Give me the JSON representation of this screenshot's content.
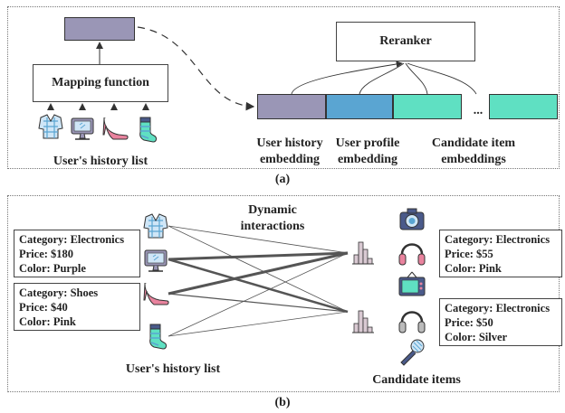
{
  "panel_a": {
    "caption": "(a)",
    "mapping_function": "Mapping function",
    "reranker": "Reranker",
    "history_list": "User's history list",
    "user_history_embedding": [
      "User history",
      "embedding"
    ],
    "user_profile_embedding": [
      "User profile",
      "embedding"
    ],
    "candidate_embeddings": [
      "Candidate item",
      "embeddings"
    ],
    "ellipsis": "..."
  },
  "panel_b": {
    "caption": "(b)",
    "dynamic_interactions": [
      "Dynamic",
      "interactions"
    ],
    "history_list": "User's history list",
    "candidate_items": "Candidate items",
    "card_electronics_history": {
      "category": "Category: Electronics",
      "price": "Price:  $180",
      "color": "Color: Purple"
    },
    "card_shoes_history": {
      "category": "Category: Shoes",
      "price": "Price:  $40",
      "color": "Color: Pink"
    },
    "card_candidate_1": {
      "category": "Category: Electronics",
      "price": "Price: $55",
      "color": "Color: Pink"
    },
    "card_candidate_2": {
      "category": "Category: Electronics",
      "price": "Price: $50",
      "color": "Color: Silver"
    }
  },
  "colors": {
    "purple_embedding": "#9a96b6",
    "blue_embedding": "#5aa5d2",
    "teal_embedding": "#5fe0c2",
    "pink_accent": "#e9839e"
  },
  "icons": [
    "shirt-icon",
    "monitor-icon",
    "high-heel-icon",
    "sock-icon",
    "camera-icon",
    "headphones-icon",
    "tv-icon",
    "microphone-icon",
    "histogram-icon"
  ]
}
